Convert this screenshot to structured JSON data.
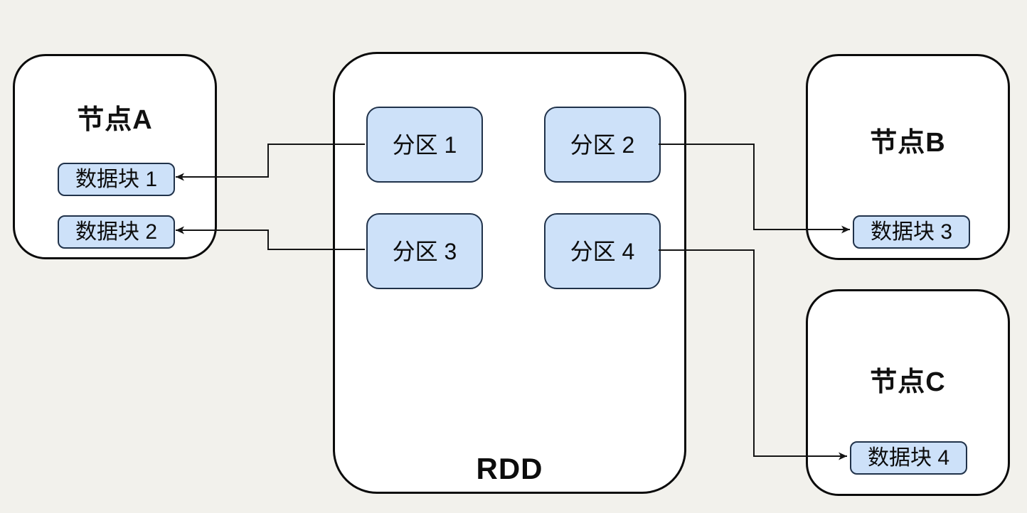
{
  "diagram": {
    "title_context": "RDD partitions mapped to data blocks on cluster nodes",
    "colors": {
      "background": "#f2f1ec",
      "node_fill": "#ffffff",
      "node_border": "#0b0b0b",
      "block_fill": "#cde1f9",
      "block_border": "#20324a",
      "edge_stroke": "#141414",
      "text": "#111111"
    },
    "rdd": {
      "label": "RDD",
      "partitions": [
        "分区 1",
        "分区 2",
        "分区 3",
        "分区 4"
      ]
    },
    "nodes": [
      {
        "id": "A",
        "title": "节点A",
        "blocks": [
          "数据块 1",
          "数据块 2"
        ]
      },
      {
        "id": "B",
        "title": "节点B",
        "blocks": [
          "数据块 3"
        ]
      },
      {
        "id": "C",
        "title": "节点C",
        "blocks": [
          "数据块 4"
        ]
      }
    ],
    "edges": [
      {
        "from": "分区 1",
        "to": "数据块 1"
      },
      {
        "from": "分区 3",
        "to": "数据块 2"
      },
      {
        "from": "分区 2",
        "to": "数据块 3"
      },
      {
        "from": "分区 4",
        "to": "数据块 4"
      }
    ]
  }
}
